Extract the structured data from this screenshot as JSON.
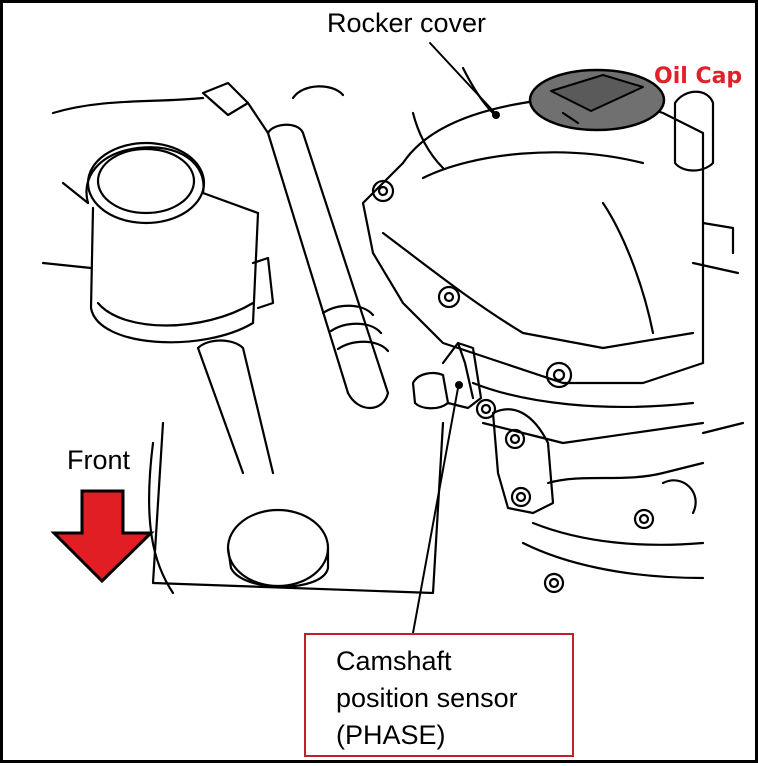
{
  "labels": {
    "rocker_cover": "Rocker cover",
    "oil_cap": "Oil Cap",
    "front": "Front",
    "sensor_lines": [
      "Camshaft",
      "position sensor",
      "(PHASE)"
    ]
  },
  "colors": {
    "line_art": "#000000",
    "oil_cap_fill": "#707070",
    "oil_cap_label": "#e0202a",
    "arrow_fill": "#e01e24",
    "callout_border": "#c0202a"
  },
  "icons": {
    "front_arrow": "down-arrow-icon"
  }
}
